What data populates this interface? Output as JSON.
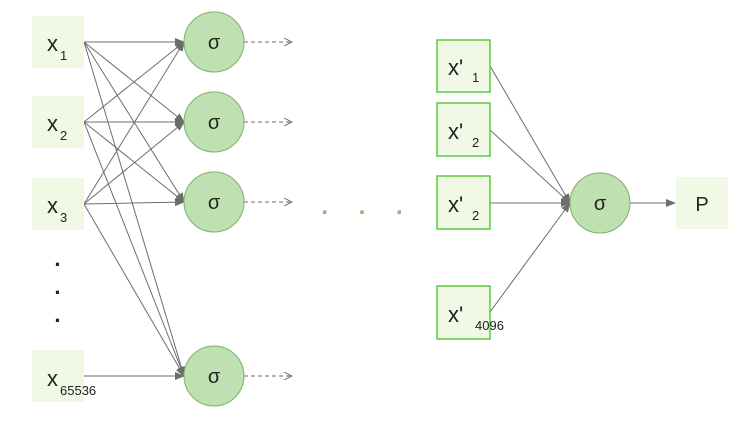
{
  "diagram": {
    "inputs": [
      {
        "base": "x",
        "sub": "1"
      },
      {
        "base": "x",
        "sub": "2"
      },
      {
        "base": "x",
        "sub": "3"
      },
      {
        "base": "x",
        "sub": "65536"
      }
    ],
    "vertical_ellipsis": "·",
    "hidden_activation": "σ",
    "horizontal_ellipsis": ". . .",
    "second_layer": [
      {
        "base": "x'",
        "sub": "1"
      },
      {
        "base": "x'",
        "sub": "2"
      },
      {
        "base": "x'",
        "sub": "2"
      },
      {
        "base": "x'",
        "sub": "4096"
      }
    ],
    "output_activation": "σ",
    "output_label": "P"
  },
  "colors": {
    "input_box_fill": "#f1f9e6",
    "second_box_fill": "#f1f9e6",
    "second_box_stroke": "#5ccb3a",
    "neuron_fill": "#bfe0b0",
    "neuron_stroke": "#7fb06a",
    "edge": "#6d6d6d",
    "dots": "#7fc46c"
  }
}
